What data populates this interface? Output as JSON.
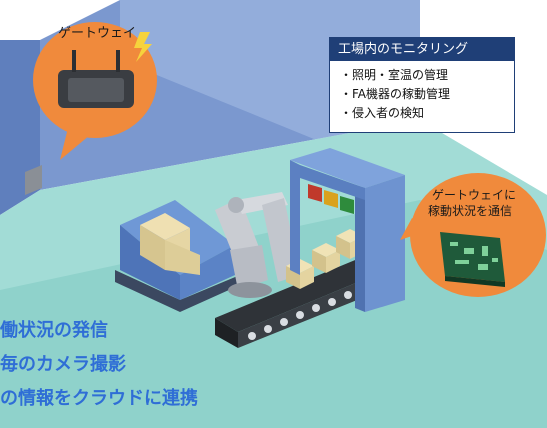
{
  "gateway_label": "ゲートウェイ",
  "monitoring": {
    "title": "工場内のモニタリング",
    "items": [
      "・照明・室温の管理",
      "・FA機器の稼動管理",
      "・侵入者の検知"
    ]
  },
  "gateway_notify": {
    "line1": "ゲートウェイに",
    "line2": "稼動状況を通信"
  },
  "blue_lines": [
    "働状況の発信",
    "毎のカメラ撮影",
    "の情報をクラウドに連携"
  ],
  "colors": {
    "wall": "#6f8fca",
    "floor": "#9fd8d2",
    "callout": "#f08a3c",
    "box_header": "#1f3f77",
    "blue_text": "#2f6ed6"
  }
}
